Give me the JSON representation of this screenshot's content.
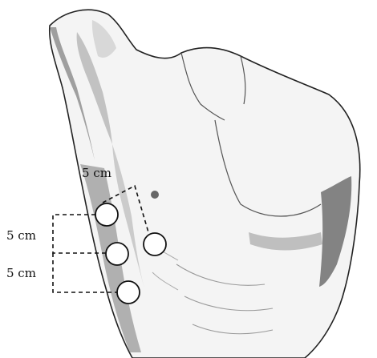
{
  "labels": {
    "top_spacing": "5 cm",
    "upper_left_spacing": "5 cm",
    "lower_left_spacing": "5 cm"
  },
  "colors": {
    "background": "#ffffff",
    "outline": "#222222",
    "skin": "#f4f4f4",
    "shade_light": "#c8c8c8",
    "shade_dark": "#7a7a7a",
    "marker_fill": "#ffffff",
    "marker_stroke": "#111111",
    "dash": "#111111"
  },
  "markers": [
    "port-1",
    "port-2",
    "port-3",
    "port-4"
  ]
}
